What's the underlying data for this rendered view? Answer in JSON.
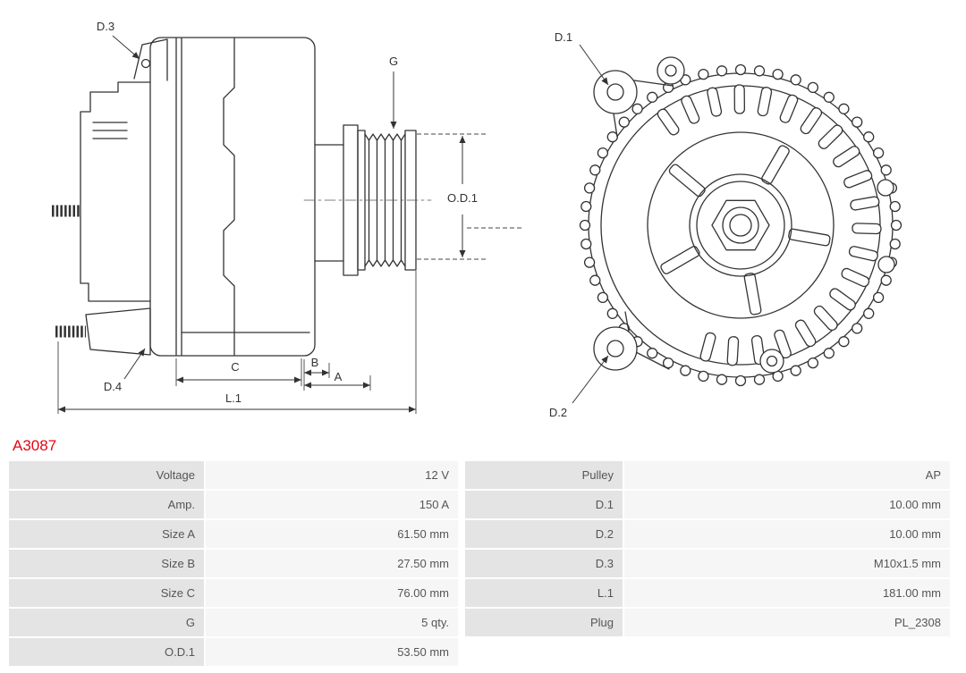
{
  "part_number": "A3087",
  "colors": {
    "part_number_red": "#e30613",
    "table_label_bg": "#e4e4e4",
    "table_value_bg": "#f6f6f6",
    "table_text": "#555555",
    "drawing_line": "#333333"
  },
  "diagram": {
    "labels": {
      "d1": "D.1",
      "d2": "D.2",
      "d3": "D.3",
      "d4": "D.4",
      "g": "G",
      "od1": "O.D.1",
      "a": "A",
      "b": "B",
      "c": "C",
      "l1": "L.1"
    }
  },
  "table": {
    "rows": [
      {
        "left_label": "Voltage",
        "left_value": "12 V",
        "right_label": "Pulley",
        "right_value": "AP"
      },
      {
        "left_label": "Amp.",
        "left_value": "150 A",
        "right_label": "D.1",
        "right_value": "10.00 mm"
      },
      {
        "left_label": "Size A",
        "left_value": "61.50 mm",
        "right_label": "D.2",
        "right_value": "10.00 mm"
      },
      {
        "left_label": "Size B",
        "left_value": "27.50 mm",
        "right_label": "D.3",
        "right_value": "M10x1.5 mm"
      },
      {
        "left_label": "Size C",
        "left_value": "76.00 mm",
        "right_label": "L.1",
        "right_value": "181.00 mm"
      },
      {
        "left_label": "G",
        "left_value": "5 qty.",
        "right_label": "Plug",
        "right_value": "PL_2308"
      },
      {
        "left_label": "O.D.1",
        "left_value": "53.50 mm",
        "right_label": "",
        "right_value": ""
      }
    ]
  }
}
